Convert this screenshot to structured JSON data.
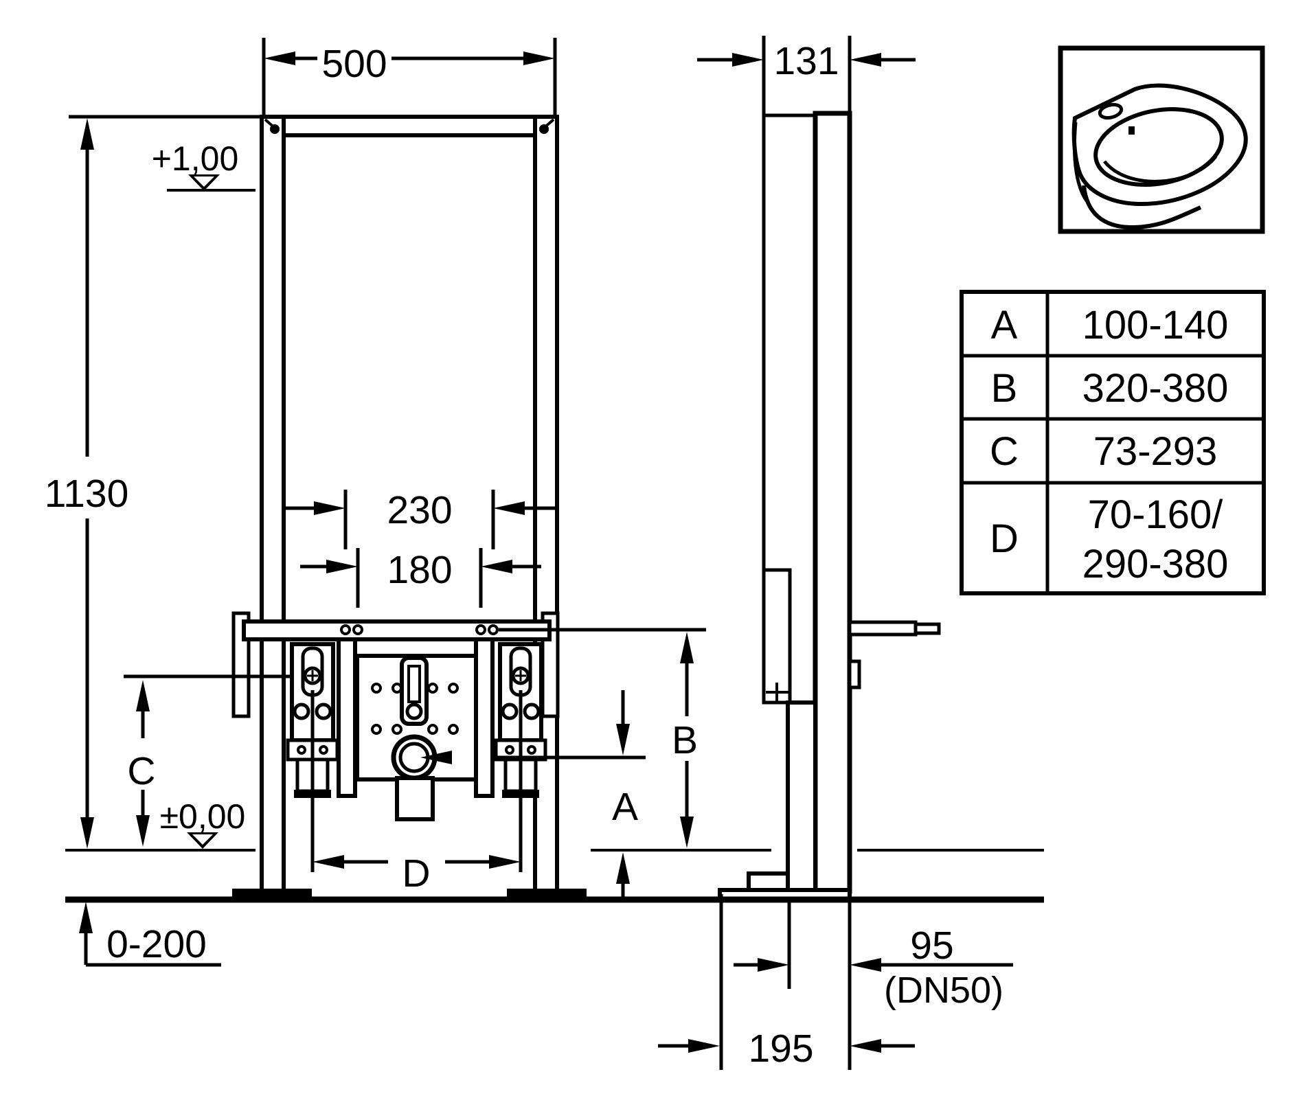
{
  "drawing_type": "installation-frame-technical-drawing",
  "front_view": {
    "width": "500",
    "height": "1130",
    "level_upper": "+1,00",
    "level_zero": "±0,00",
    "bolt_spacing_outer": "230",
    "bolt_spacing_inner": "180",
    "dim_c": "C",
    "dim_d": "D",
    "foot_adjust_range": "0-200"
  },
  "side_view": {
    "depth": "131",
    "dim_a": "A",
    "dim_b": "B",
    "drain_offset": "95",
    "drain_offset_note": "(DN50)",
    "foot_plate_depth": "195"
  },
  "spec_table": {
    "rows": [
      {
        "key": "A",
        "value": "100-140"
      },
      {
        "key": "B",
        "value": "320-380"
      },
      {
        "key": "C",
        "value": "73-293"
      },
      {
        "key": "D",
        "value_line1": "70-160/",
        "value_line2": "290-380"
      }
    ]
  },
  "colors": {
    "line": "#000000",
    "background": "#ffffff"
  }
}
